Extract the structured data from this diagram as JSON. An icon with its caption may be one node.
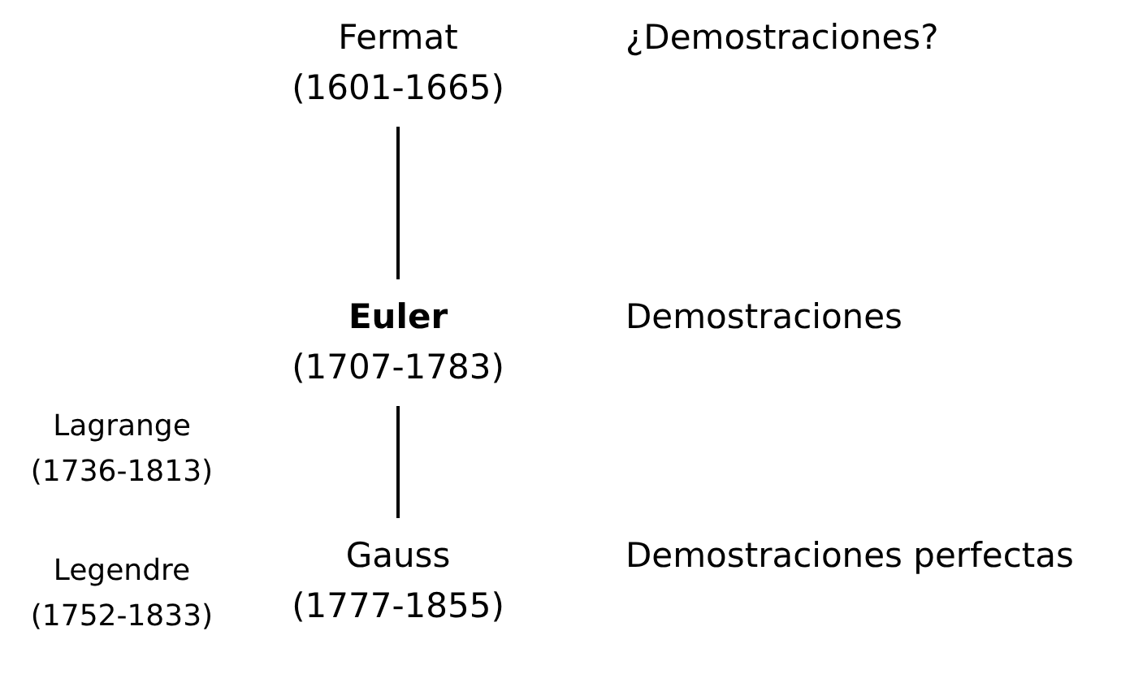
{
  "diagram": {
    "nodes": [
      {
        "text": [
          "Fermat",
          "(1601-1665)"
        ]
      },
      {
        "text": [
          "**Euler**",
          "(1707-1783)"
        ]
      },
      {
        "text": [
          "Gauss",
          "(1777-1855)"
        ]
      }
    ],
    "edges": [
      {
        "from": 0,
        "to": 1,
        "arrow": "none"
      },
      {
        "from": 1,
        "to": 2,
        "arrow": "none"
      }
    ],
    "labels": [
      "¿Demostraciones?",
      "Demostraciones",
      "Lagrange",
      "(1736-1813)",
      "Legendre",
      "(1752-1833)",
      "Demostraciones perfectas"
    ]
  }
}
